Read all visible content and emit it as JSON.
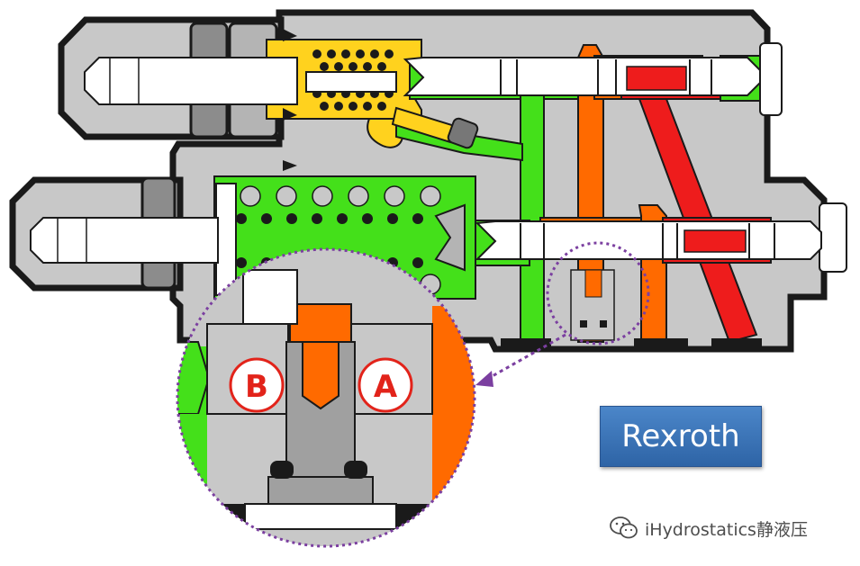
{
  "ports": {
    "b_label": "B",
    "a_label": "A"
  },
  "brand": {
    "name": "Rexroth"
  },
  "watermark": {
    "text": "iHydrostatics静液压",
    "icon": "wechat-icon"
  },
  "colors": {
    "body_gray": "#c8c8c8",
    "outline": "#1a1a1a",
    "green": "#44e01a",
    "orange": "#ff6a00",
    "red": "#ee1c1c",
    "yellow": "#ffd21e",
    "zoom_dotted": "#7b3fa0",
    "brand_blue": "#3470b8"
  }
}
